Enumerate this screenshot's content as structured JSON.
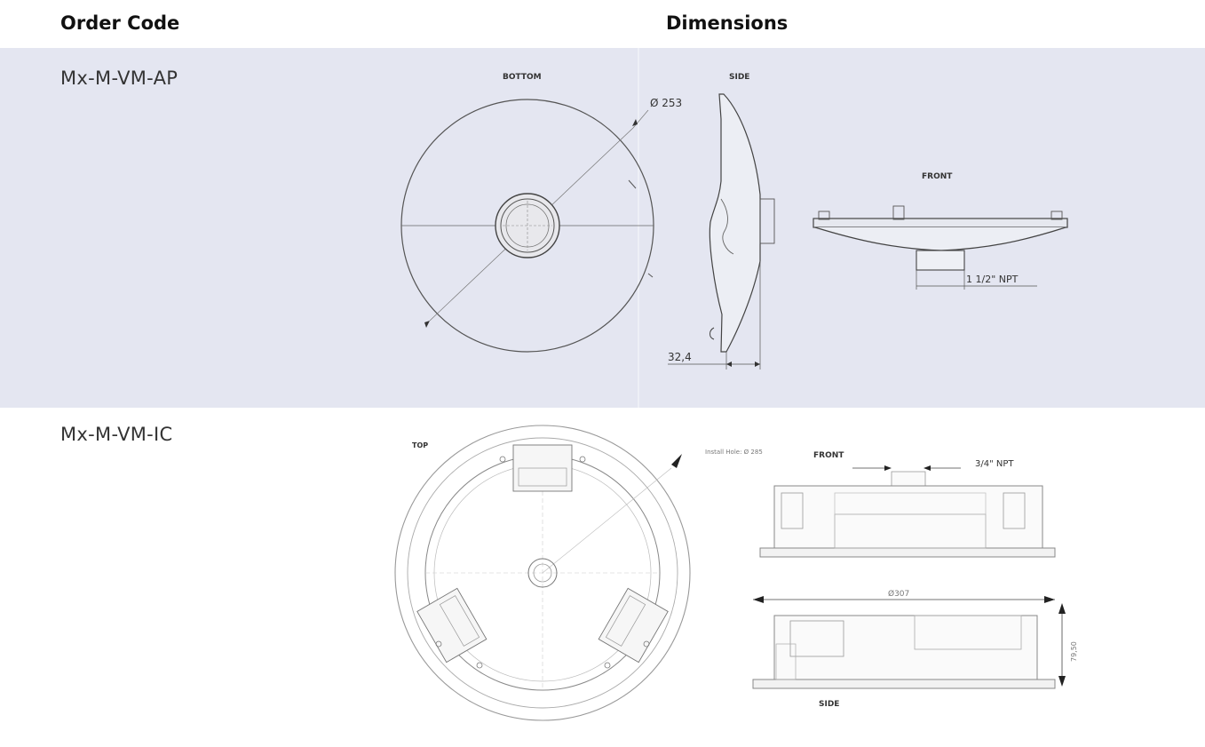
{
  "header": {
    "order_code": "Order Code",
    "dimensions": "Dimensions"
  },
  "rows": [
    {
      "code": "Mx-M-VM-AP",
      "views": {
        "bottom": "BOTTOM",
        "side": "SIDE",
        "front": "FRONT"
      },
      "dims": {
        "diameter": "Ø 253",
        "thread": "1 1/2\" NPT",
        "depth": "32,4"
      }
    },
    {
      "code": "Mx-M-VM-IC",
      "views": {
        "top": "TOP",
        "front": "FRONT",
        "side": "SIDE"
      },
      "dims": {
        "install_hole": "Install Hole: Ø 285",
        "thread": "3/4\" NPT",
        "diameter": "Ø307",
        "height": "79,50"
      }
    }
  ]
}
